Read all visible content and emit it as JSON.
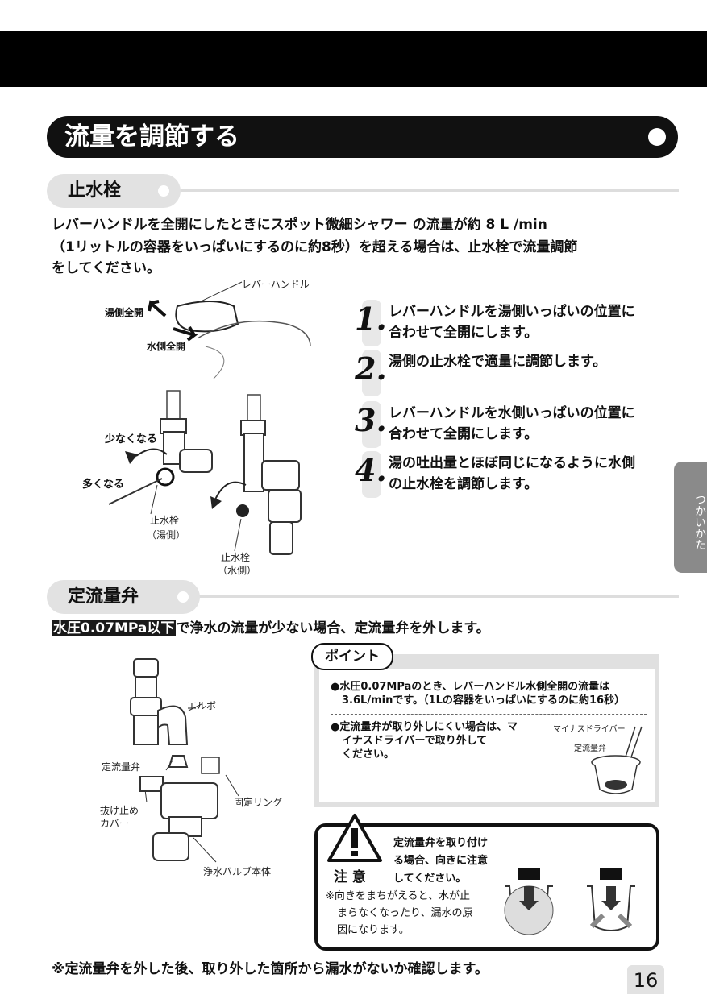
{
  "page_title": "流量を調節する",
  "section1": {
    "title": "止水栓",
    "intro_line1": "レバーハンドルを全開にしたときにスポット微細シャワー の流量が約 8 L /min",
    "intro_line2": "（1リットルの容器をいっぱいにするのに約8秒）を超える場合は、止水栓で流量調節",
    "intro_line3": "をしてください。",
    "labels": {
      "lever_handle": "レバーハンドル",
      "hot_full": "湯側全開",
      "cold_full": "水側全開",
      "less": "少なくなる",
      "more": "多くなる",
      "stop_hot_1": "止水栓",
      "stop_hot_2": "（湯側）",
      "stop_cold_1": "止水栓",
      "stop_cold_2": "（水側）"
    },
    "steps": [
      {
        "num": "1.",
        "line1": "レバーハンドルを湯側いっぱいの位置に",
        "line2": "合わせて全開にします。"
      },
      {
        "num": "2.",
        "line1": "湯側の止水栓で適量に調節します。",
        "line2": ""
      },
      {
        "num": "3.",
        "line1": "レバーハンドルを水側いっぱいの位置に",
        "line2": "合わせて全開にします。"
      },
      {
        "num": "4.",
        "line1": "湯の吐出量とほぼ同じになるように水側",
        "line2": "の止水栓を調節します。"
      }
    ]
  },
  "section2": {
    "title": "定流量弁",
    "intro_highlight": "水圧0.07MPa以下",
    "intro_rest": "で浄水の流量が少ない場合、定流量弁を外します。",
    "labels": {
      "elbow": "エルボ",
      "valve": "定流量弁",
      "cover_1": "抜け止め",
      "cover_2": "カバー",
      "ring": "固定リング",
      "body": "浄水バルブ本体"
    },
    "point": {
      "tag": "ポイント",
      "item1_line1": "●水圧0.07MPaのとき、レバーハンドル水側全開の流量は",
      "item1_line2": "3.6L/minです。（1Lの容器をいっぱいにするのに約16秒）",
      "item2_line1": "●定流量弁が取り外しにくい場合は、マ",
      "item2_line2": "イナスドライバーで取り外して",
      "item2_line3": "ください。",
      "fig_driver": "マイナスドライバー",
      "fig_valve": "定流量弁"
    },
    "caution": {
      "label": "注 意",
      "line1": "定流量弁を取り付け",
      "line2": "る場合、向きに注意",
      "line3": "してください。",
      "note1": "※向きをまちがえると、水が止",
      "note2": "まらなくなったり、漏水の原",
      "note3": "因になります。"
    }
  },
  "footer_note": "※定流量弁を外した後、取り外した箇所から漏水がないか確認します。",
  "side_tab": "つかいかた",
  "page_number": "16"
}
